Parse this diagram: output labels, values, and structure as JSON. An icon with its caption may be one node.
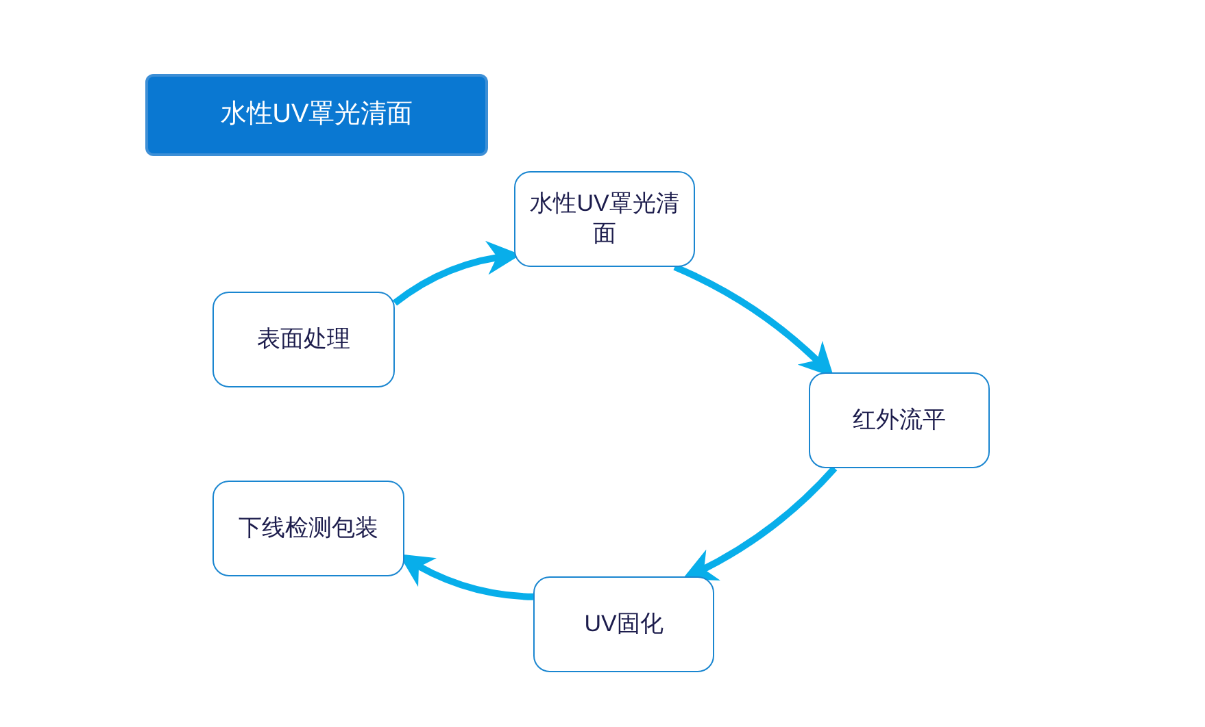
{
  "diagram": {
    "title": "水性UV罩光清面",
    "nodes": [
      {
        "text": [
          "表面处理"
        ]
      },
      {
        "text": [
          "水性UV罩光清面"
        ]
      },
      {
        "text": [
          "红外流平"
        ]
      },
      {
        "text": [
          "UV固化"
        ]
      },
      {
        "text": [
          "下线检测包装"
        ]
      }
    ],
    "edges": [
      {
        "from": 0,
        "to": 1,
        "arrow": "to"
      },
      {
        "from": 1,
        "to": 2,
        "arrow": "to"
      },
      {
        "from": 2,
        "to": 3,
        "arrow": "to"
      },
      {
        "from": 3,
        "to": 4,
        "arrow": "to"
      }
    ]
  }
}
